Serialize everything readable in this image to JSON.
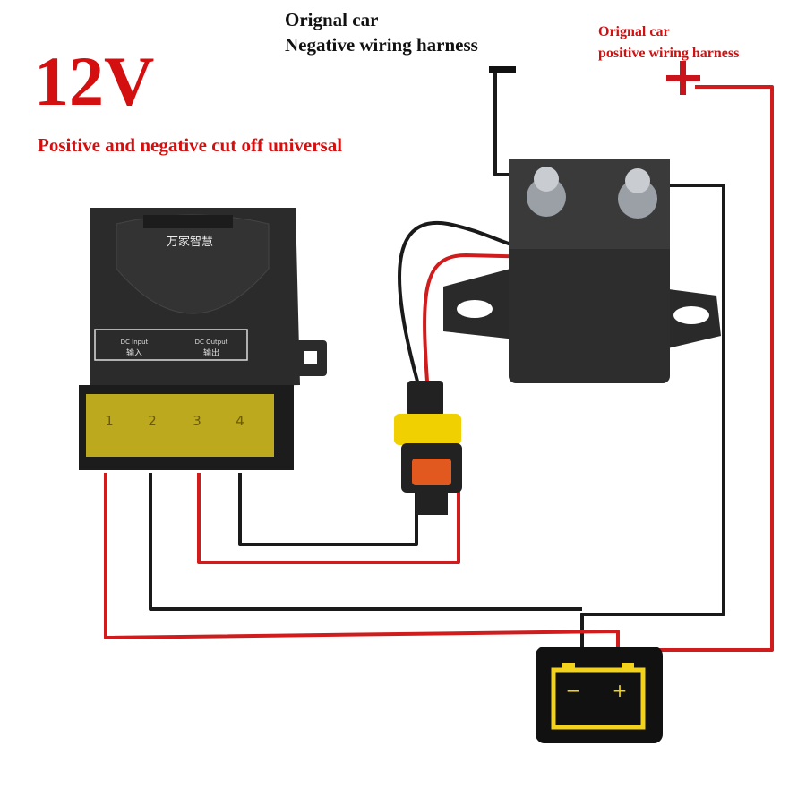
{
  "header": {
    "voltage": "12V",
    "subtitle": "Positive and negative cut off universal"
  },
  "labels": {
    "negative_line1": "Orignal car",
    "negative_line2": "Negative wiring harness",
    "negative_symbol": "−",
    "positive_line1": "Orignal car",
    "positive_line2": "positive wiring harness",
    "positive_symbol": "+"
  },
  "receiver": {
    "brand": "万家智慧",
    "input_label": "DC Input",
    "input_cn": "输入",
    "output_label": "DC Output",
    "output_cn": "输出",
    "terminals": [
      "1",
      "2",
      "3",
      "4"
    ]
  },
  "battery": {
    "minus": "−",
    "plus": "+"
  },
  "colors": {
    "red_text": "#d40f0f",
    "wire_red": "#d01c1c",
    "wire_black": "#1a1a1a",
    "battery_yellow": "#f2d21a"
  }
}
